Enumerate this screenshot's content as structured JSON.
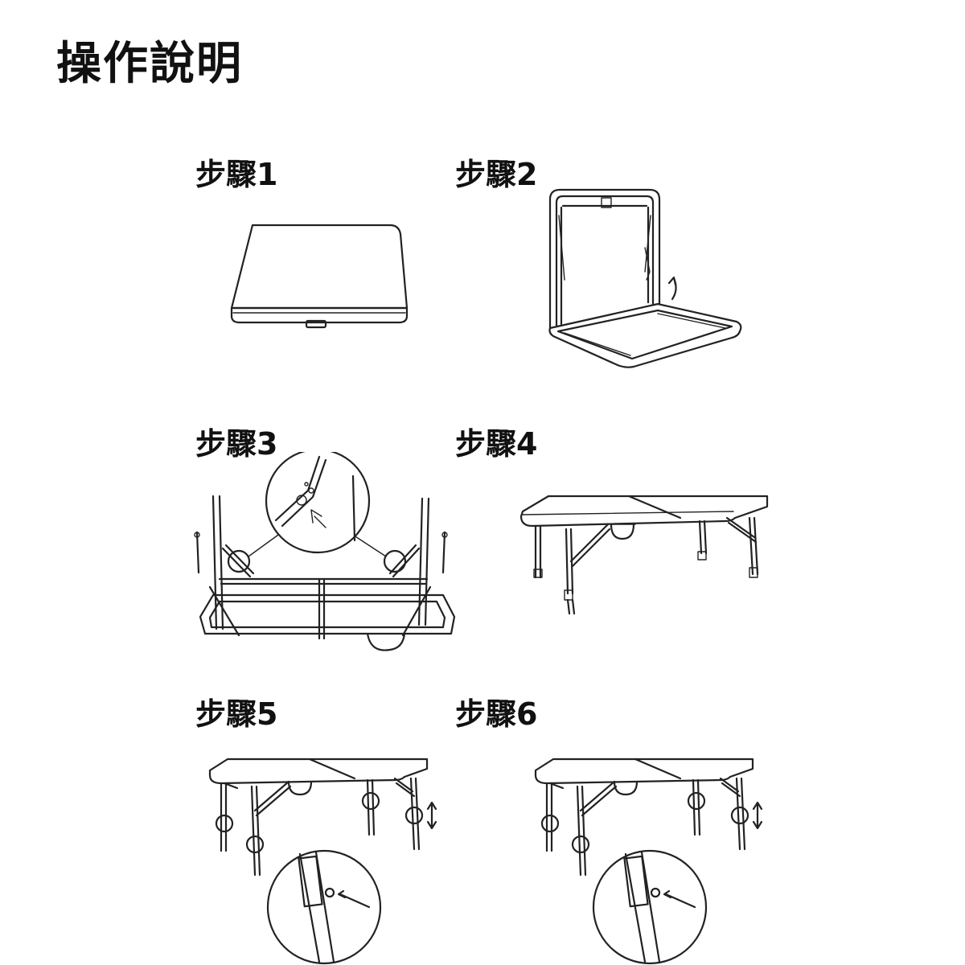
{
  "title": "操作說明",
  "steps": [
    {
      "label": "步驟1"
    },
    {
      "label": "步驟2"
    },
    {
      "label": "步驟3"
    },
    {
      "label": "步驟4"
    },
    {
      "label": "步驟5"
    },
    {
      "label": "步驟6"
    }
  ]
}
